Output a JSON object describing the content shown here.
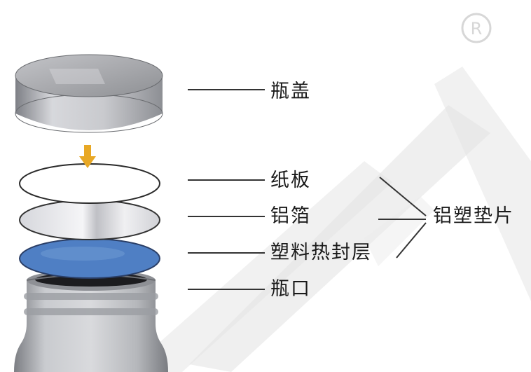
{
  "labels": {
    "cap": "瓶盖",
    "paper_board": "纸板",
    "aluminum_foil": "铝箔",
    "plastic_heat_seal_layer": "塑料热封层",
    "bottle_mouth": "瓶口",
    "aluminum_plastic_gasket": "铝塑垫片"
  },
  "colors": {
    "cap": "#b5b6ba",
    "paper_board": "#ffffff",
    "aluminum_foil": "#dcdde2",
    "plastic_heat_seal_layer": "#4f7fc4",
    "bottle": "#c4c6ca",
    "arrow": "#e8a825",
    "line": "#333333",
    "watermark": "#e4e4e4"
  },
  "icons": {
    "registered_mark": "registered-icon",
    "down_arrow": "down-arrow-icon"
  }
}
